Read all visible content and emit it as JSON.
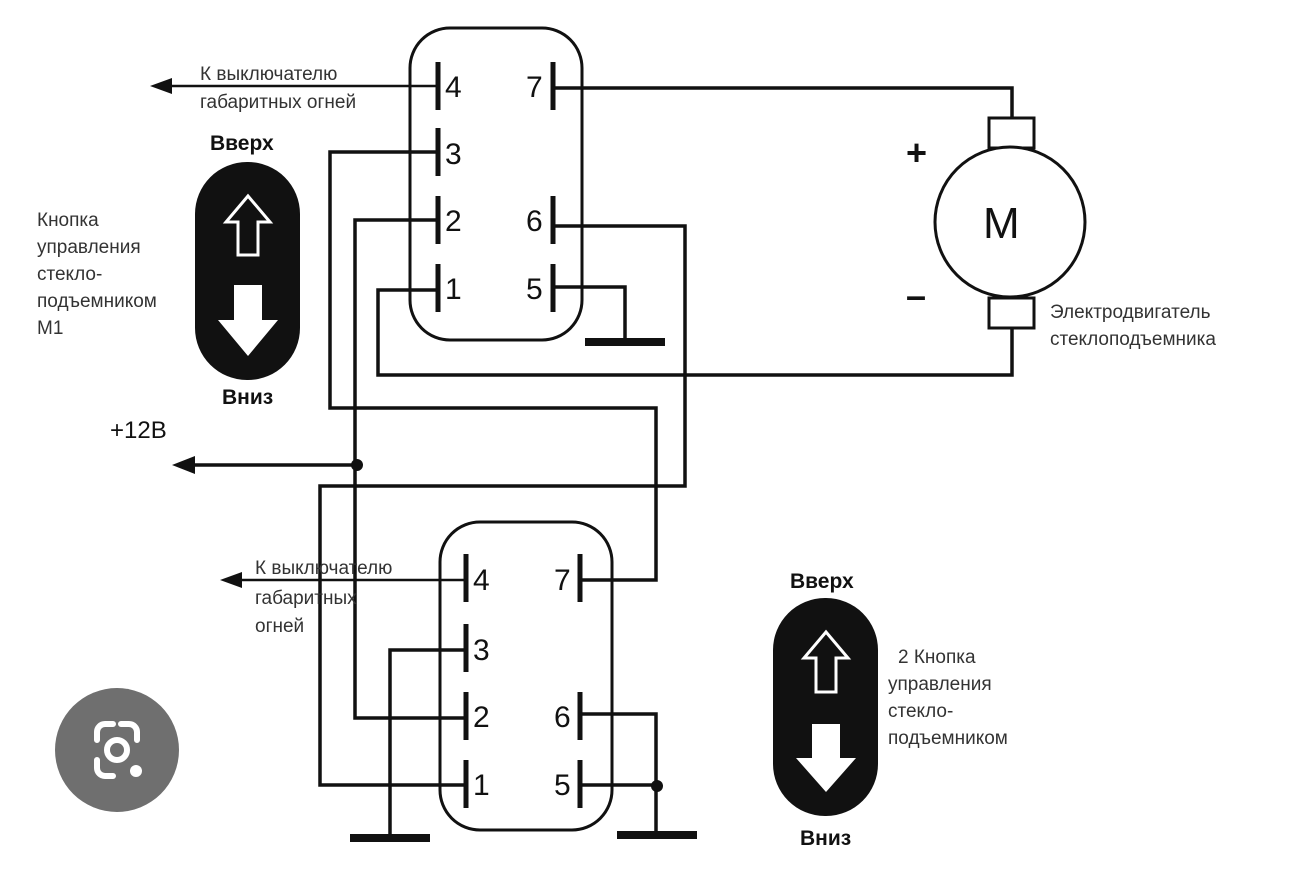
{
  "switch_1": {
    "pins": [
      "4",
      "3",
      "2",
      "1",
      "7",
      "6",
      "5"
    ],
    "lamp_label_line1": "К выключателю",
    "lamp_label_line2": "габаритных огней",
    "up_label": "Вверх",
    "down_label": "Вниз",
    "caption": [
      "Кнопка",
      "управления",
      "стекло-",
      "подъемником",
      "М1"
    ]
  },
  "switch_2": {
    "pins": [
      "4",
      "3",
      "2",
      "1",
      "7",
      "6",
      "5"
    ],
    "lamp_label": [
      "К выключателю",
      "габаритных",
      "огней"
    ],
    "up_label": "Вверх",
    "down_label": "Вниз",
    "caption": [
      "2  Кнопка",
      "управления",
      "стекло-",
      "подъемником"
    ]
  },
  "supply_label": "+12В",
  "motor": {
    "letter": "М",
    "plus": "+",
    "minus": "–",
    "caption_line1": "Электродвигатель",
    "caption_line2": "стеклоподъемника"
  },
  "lens_icon": "camera-lens-icon"
}
